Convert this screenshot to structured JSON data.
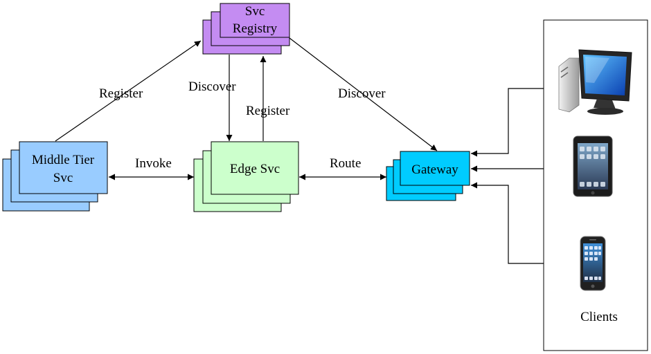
{
  "nodes": {
    "svc_registry": {
      "line1": "Svc",
      "line2": "Registry",
      "fill": "#c48cf2"
    },
    "middle_tier_svc": {
      "line1": "Middle Tier",
      "line2": "Svc",
      "fill": "#99ccff"
    },
    "edge_svc": {
      "label": "Edge Svc",
      "fill": "#ccffcc"
    },
    "gateway": {
      "label": "Gateway",
      "fill": "#00ccff"
    }
  },
  "edges": {
    "register_middle": "Register",
    "discover_edge": "Discover",
    "register_edge": "Register",
    "discover_gateway": "Discover",
    "invoke": "Invoke",
    "route": "Route"
  },
  "clients": {
    "label": "Clients",
    "devices": [
      {
        "icon": "desktop-computer-icon"
      },
      {
        "icon": "tablet-icon"
      },
      {
        "icon": "smartphone-icon"
      }
    ]
  },
  "colors": {
    "line": "#000000",
    "box_border": "#000000"
  }
}
